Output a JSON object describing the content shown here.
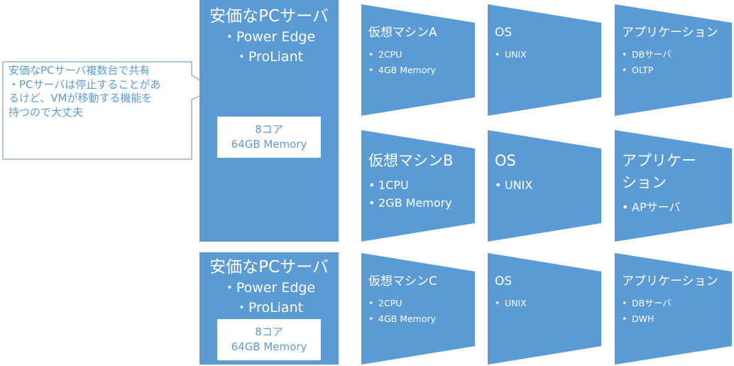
{
  "callout": {
    "text_lines": [
      "安価なPCサーバ複数台で共有",
      "・PCサーバは停止することがあ",
      "るけど、VMが移動する機能を",
      "持つので大丈夫"
    ]
  },
  "servers": [
    {
      "title": "安価なPCサーバ",
      "line1": "・Power Edge",
      "line2": "・ProLiant",
      "spec1": "8コア",
      "spec2": "64GB Memory"
    },
    {
      "title": "安価なPCサーバ",
      "line1": "・Power Edge",
      "line2": "・ProLiant",
      "spec1": "8コア",
      "spec2": "64GB Memory"
    }
  ],
  "rows": [
    {
      "vm": {
        "title": "仮想マシンA",
        "items": [
          "2CPU",
          "4GB Memory"
        ]
      },
      "os": {
        "title": "OS",
        "items": [
          "UNIX"
        ]
      },
      "app": {
        "title": "アプリケーション",
        "items": [
          "DBサーバ",
          "OLTP"
        ]
      }
    },
    {
      "vm": {
        "title": "仮想マシンB",
        "items": [
          "1CPU",
          "2GB Memory"
        ]
      },
      "os": {
        "title": "OS",
        "items": [
          "UNIX"
        ]
      },
      "app": {
        "title": "アプリケー\nション",
        "items": [
          "APサーバ"
        ]
      }
    },
    {
      "vm": {
        "title": "仮想マシンC",
        "items": [
          "2CPU",
          "4GB Memory"
        ]
      },
      "os": {
        "title": "OS",
        "items": [
          "UNIX"
        ]
      },
      "app": {
        "title": "アプリケーション",
        "items": [
          "DBサーバ",
          "DWH"
        ]
      }
    }
  ],
  "colors": {
    "fill": "#5b9bd5",
    "text": "#ffffff",
    "callout_border": "#7f9fbf"
  }
}
